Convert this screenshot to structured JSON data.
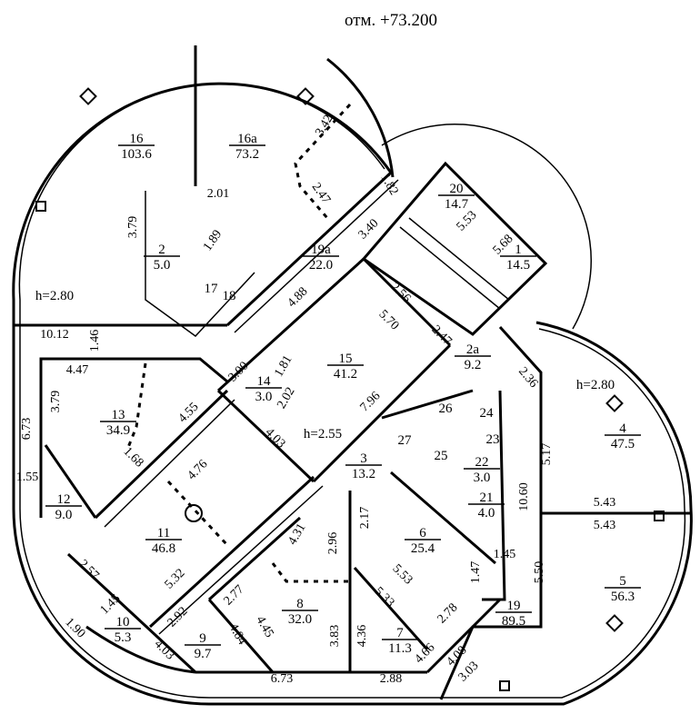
{
  "title": "отм. +73.200",
  "heights": [
    "h=2.80",
    "h=2.80",
    "h=2.55"
  ],
  "rooms": [
    {
      "num": "16",
      "area": "103.6"
    },
    {
      "num": "16а",
      "area": "73.2"
    },
    {
      "num": "2",
      "area": "5.0"
    },
    {
      "num": "19а",
      "area": "22.0"
    },
    {
      "num": "20",
      "area": "14.7"
    },
    {
      "num": "1",
      "area": "14.5"
    },
    {
      "num": "15",
      "area": "41.2"
    },
    {
      "num": "14",
      "area": "3.0"
    },
    {
      "num": "2а",
      "area": "9.2"
    },
    {
      "num": "13",
      "area": "34.9"
    },
    {
      "num": "12",
      "area": "9.0"
    },
    {
      "num": "11",
      "area": "46.8"
    },
    {
      "num": "3",
      "area": "13.2"
    },
    {
      "num": "22",
      "area": "3.0"
    },
    {
      "num": "21",
      "area": "4.0"
    },
    {
      "num": "4",
      "area": "47.5"
    },
    {
      "num": "6",
      "area": "25.4"
    },
    {
      "num": "5",
      "area": "56.3"
    },
    {
      "num": "8",
      "area": "32.0"
    },
    {
      "num": "7",
      "area": "11.3"
    },
    {
      "num": "9",
      "area": "9.7"
    },
    {
      "num": "10",
      "area": "5.3"
    },
    {
      "num": "19",
      "area": "89.5"
    }
  ],
  "small_rooms": [
    "17",
    "18",
    "26",
    "24",
    "27",
    "23",
    "25"
  ],
  "dimensions": [
    "3.42",
    "2.47",
    "2.01",
    "3.79",
    "1.89",
    "1.82",
    "3.40",
    "4.88",
    "2.56",
    "5.70",
    "5.53",
    "5.68",
    "2.47",
    "10.12",
    "1.46",
    "3.00",
    "1.81",
    "2.02",
    "4.47",
    "3.79",
    "4.55",
    "6.73",
    "1.68",
    "4.76",
    "4.03",
    "7.96",
    "2.36",
    "5.17",
    "1.55",
    "10.60",
    "5.43",
    "5.43",
    "4.31",
    "2.96",
    "2.17",
    "2.57",
    "5.32",
    "2.77",
    "1.45",
    "1.47",
    "5.50",
    "5.53",
    "5.33",
    "2.78",
    "1.90",
    "1.45",
    "2.92",
    "4.84",
    "4.45",
    "4.03",
    "3.83",
    "4.36",
    "4.66",
    "4.08",
    "3.03",
    "6.73",
    "2.88"
  ]
}
